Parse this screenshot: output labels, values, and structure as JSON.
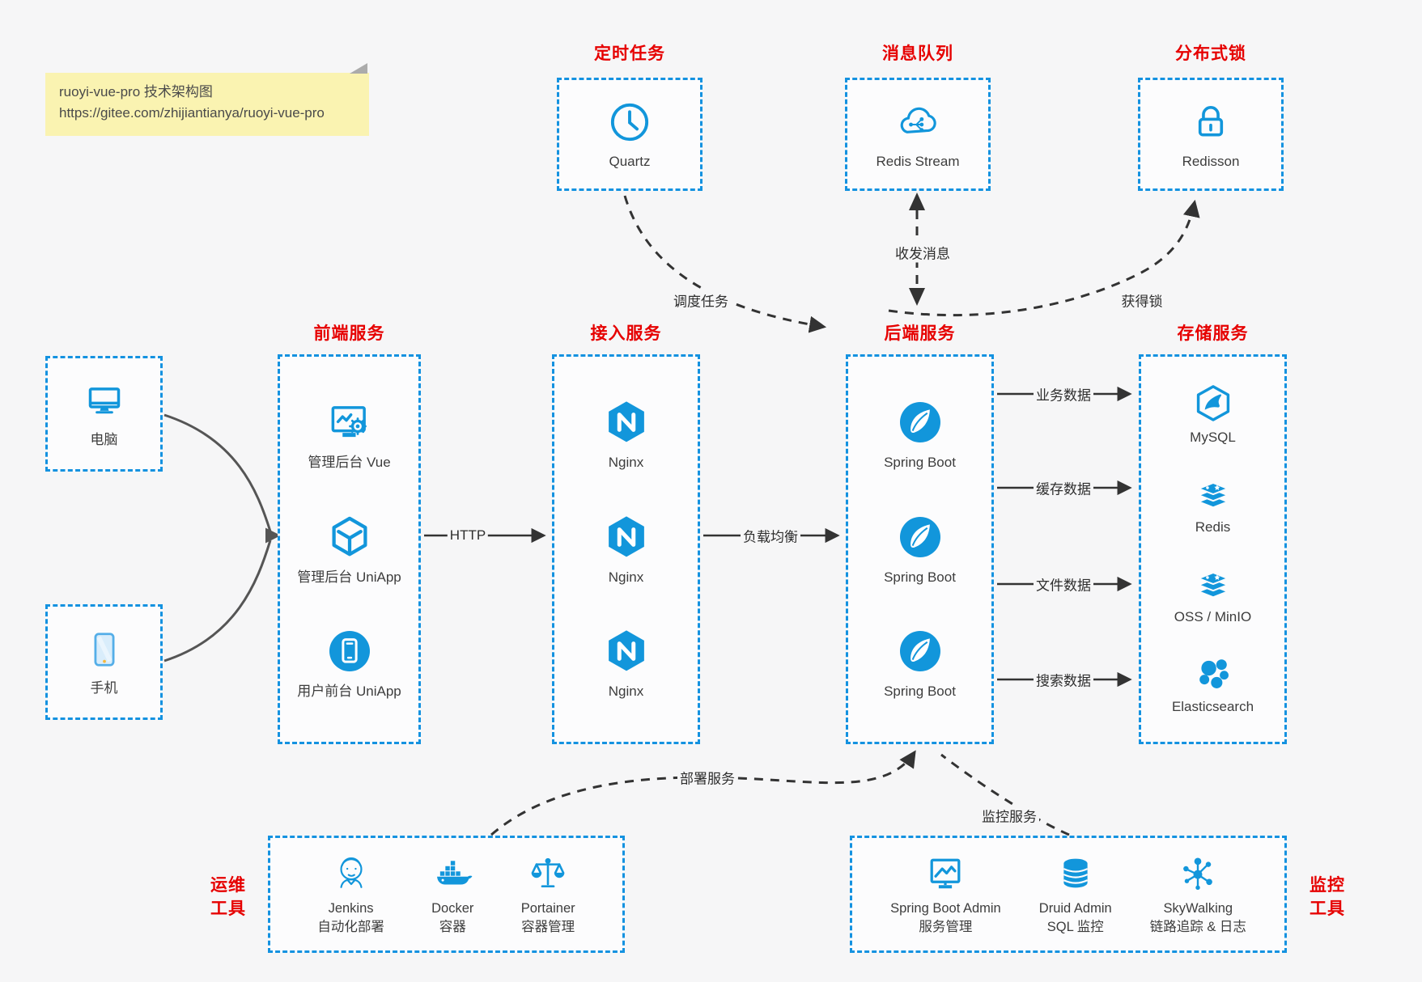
{
  "note": {
    "line1": "ruoyi-vue-pro 技术架构图",
    "line2": "https://gitee.com/zhijiantianya/ruoyi-vue-pro"
  },
  "colors": {
    "icon_blue": "#1296db",
    "border_blue": "#1492e0",
    "title_red": "#e60000",
    "edge_dark": "#333333",
    "client_edge_gray": "#555555",
    "note_yellow": "#faf3b1",
    "background": "#f6f6f7"
  },
  "top_groups": [
    {
      "title": "定时任务",
      "item": {
        "icon": "clock-icon",
        "label": "Quartz"
      }
    },
    {
      "title": "消息队列",
      "item": {
        "icon": "message-cloud-icon",
        "label": "Redis Stream"
      }
    },
    {
      "title": "分布式锁",
      "item": {
        "icon": "lock-icon",
        "label": "Redisson"
      }
    }
  ],
  "clients": [
    {
      "icon": "desktop-icon",
      "label": "电脑"
    },
    {
      "icon": "smartphone-icon",
      "label": "手机"
    }
  ],
  "columns": [
    {
      "title": "前端服务",
      "items": [
        {
          "icon": "admin-vue-icon",
          "label": "管理后台 Vue"
        },
        {
          "icon": "uniapp-cube-icon",
          "label": "管理后台 UniApp"
        },
        {
          "icon": "user-app-icon",
          "label": "用户前台 UniApp"
        }
      ]
    },
    {
      "title": "接入服务",
      "items": [
        {
          "icon": "nginx-icon",
          "label": "Nginx"
        },
        {
          "icon": "nginx-icon",
          "label": "Nginx"
        },
        {
          "icon": "nginx-icon",
          "label": "Nginx"
        }
      ]
    },
    {
      "title": "后端服务",
      "items": [
        {
          "icon": "spring-boot-icon",
          "label": "Spring Boot"
        },
        {
          "icon": "spring-boot-icon",
          "label": "Spring Boot"
        },
        {
          "icon": "spring-boot-icon",
          "label": "Spring Boot"
        }
      ]
    },
    {
      "title": "存储服务",
      "items": [
        {
          "icon": "mysql-icon",
          "label": "MySQL"
        },
        {
          "icon": "redis-icon",
          "label": "Redis"
        },
        {
          "icon": "oss-icon",
          "label": "OSS / MinIO"
        },
        {
          "icon": "elasticsearch-icon",
          "label": "Elasticsearch"
        }
      ]
    }
  ],
  "bottom_groups": [
    {
      "title_lines": [
        "运维",
        "工具"
      ],
      "items": [
        {
          "icon": "jenkins-icon",
          "lines": [
            "Jenkins",
            "自动化部署"
          ]
        },
        {
          "icon": "docker-icon",
          "lines": [
            "Docker",
            "容器"
          ]
        },
        {
          "icon": "portainer-icon",
          "lines": [
            "Portainer",
            "容器管理"
          ]
        }
      ]
    },
    {
      "title_lines": [
        "监控",
        "工具"
      ],
      "items": [
        {
          "icon": "springboot-admin-icon",
          "lines": [
            "Spring Boot Admin",
            "服务管理"
          ]
        },
        {
          "icon": "druid-icon",
          "lines": [
            "Druid Admin",
            "SQL 监控"
          ]
        },
        {
          "icon": "skywalking-icon",
          "lines": [
            "SkyWalking",
            "链路追踪 & 日志"
          ]
        }
      ]
    }
  ],
  "edge_labels": {
    "http": "HTTP",
    "load_balance": "负载均衡",
    "business_data": "业务数据",
    "cache_data": "缓存数据",
    "file_data": "文件数据",
    "search_data": "搜索数据",
    "schedule_task": "调度任务",
    "send_receive_message": "收发消息",
    "acquire_lock": "获得锁",
    "deploy_service": "部署服务",
    "monitor_service": "监控服务"
  }
}
